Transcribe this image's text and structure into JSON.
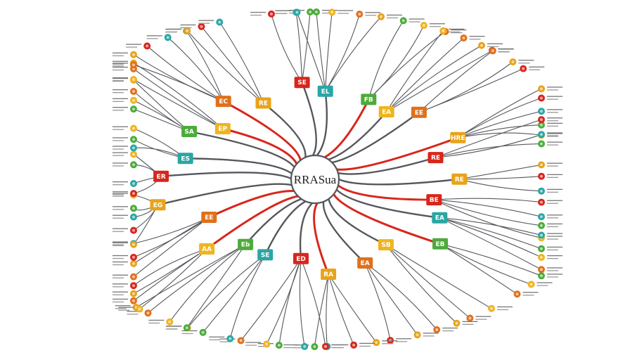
{
  "diagram": {
    "central_label": "RRASua",
    "colors": {
      "branch": "#54575c",
      "highlight": "#d8261c",
      "background": "#ffffff",
      "tag_palette": [
        "#e8a319",
        "#d8261c",
        "#2aa6a4",
        "#4cab3b",
        "#f0b41d",
        "#e0701c"
      ]
    },
    "tag_labels": [
      "RE",
      "BE",
      "EA",
      "EB",
      "SB",
      "EA",
      "RA",
      "ED",
      "SE",
      "Eb",
      "AA",
      "EE",
      "EG",
      "ER",
      "ES",
      "SA",
      "EP",
      "EC",
      "RE",
      "SE",
      "EL",
      "FB",
      "EA",
      "EE",
      "HRE"
    ]
  }
}
